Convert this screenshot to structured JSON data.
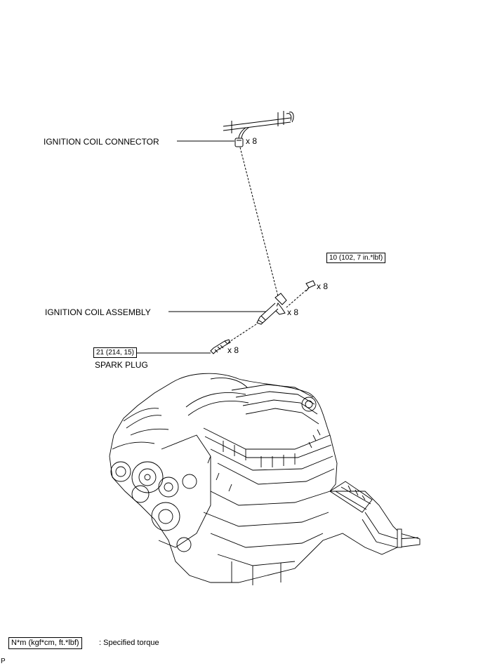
{
  "labels": {
    "ignition_coil_connector": "IGNITION COIL CONNECTOR",
    "ignition_coil_assembly": "IGNITION COIL ASSEMBLY",
    "spark_plug": "SPARK PLUG"
  },
  "quantities": {
    "connector": "x 8",
    "bolt": "x 8",
    "coil": "x 8",
    "spark_plug": "x 8"
  },
  "torques": {
    "bolt": "10 (102, 7 in.*lbf)",
    "spark_plug": "21 (214, 15)"
  },
  "legend": {
    "box": "N*m (kgf*cm, ft.*lbf)",
    "text": ": Specified torque"
  },
  "footer": {
    "code": "P"
  }
}
